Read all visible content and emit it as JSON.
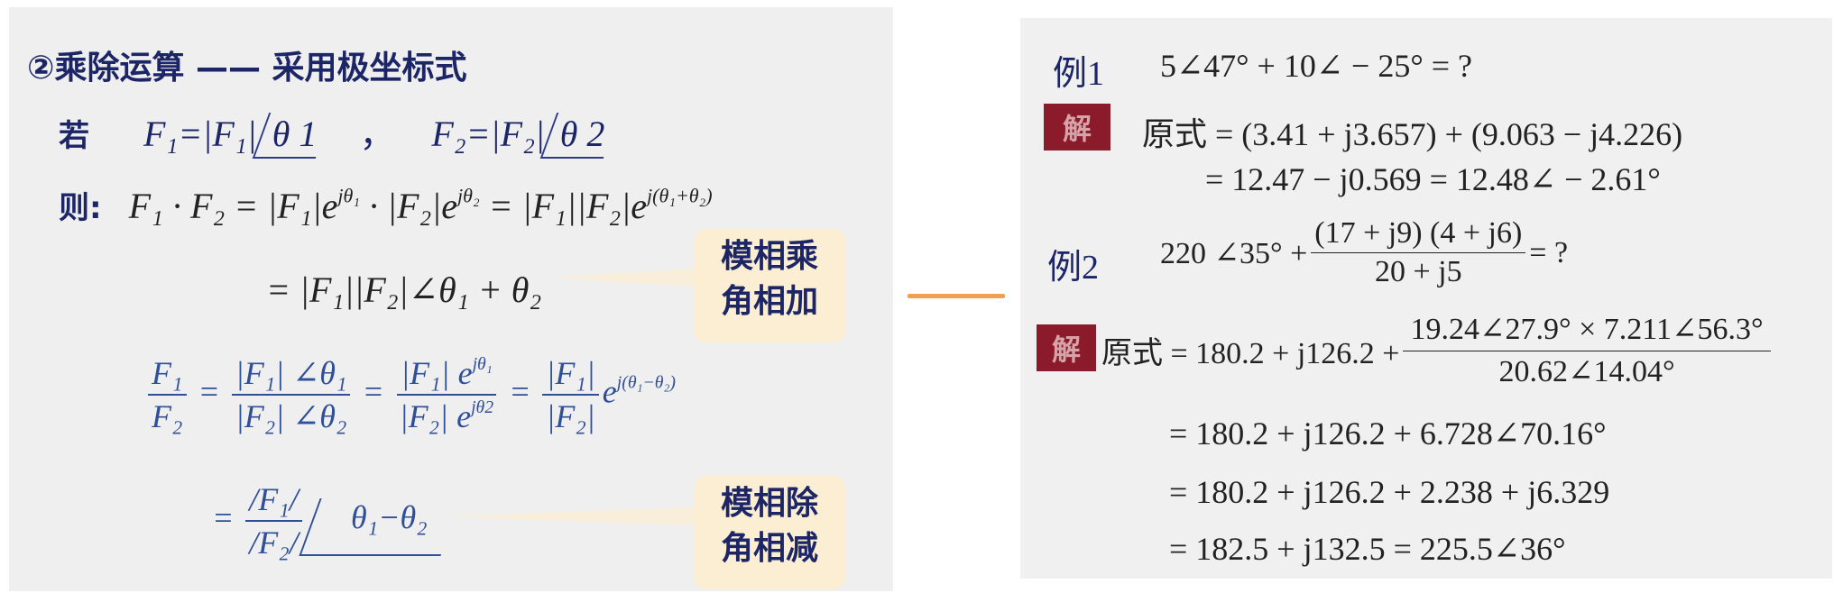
{
  "left": {
    "title": "②乘除运算 —— 采用极坐标式",
    "if_label": "若",
    "f1_def": "F₁=|F₁|",
    "theta1": "θ 1",
    "comma": "，",
    "f2_def": "F₂=|F₂|",
    "theta2": "θ 2",
    "then_label": "则:",
    "product_line1": "F₁ · F₂ = |F₁|e",
    "product_exp1": "jθ₁",
    "product_mid": " · |F₂|e",
    "product_exp2": "jθ₂",
    "product_end": " = |F₁||F₂|e",
    "product_exp3": "j(θ₁+θ₂)",
    "product_line2": "= |F₁||F₂|∠θ₁ + θ₂",
    "callout_multiply": [
      "模相乘",
      "角相加"
    ],
    "div_lhs_num": "F₁",
    "div_lhs_den": "F₂",
    "div_a_num": "|F₁| ∠θ₁",
    "div_a_den": "|F₂| ∠θ₂",
    "div_b_num": "|F₁| e",
    "div_b_num_exp": "jθ₁",
    "div_b_den": "|F₂| e",
    "div_b_den_exp": "jθ2",
    "div_c_num": "|F₁|",
    "div_c_den": "|F₂|",
    "div_exp_base": "e",
    "div_exp": "j(θ₁−θ₂)",
    "eq": "=",
    "div_final_num": "/F₁/",
    "div_final_den": "/F₂/",
    "div_final_angle": "θ₁−θ₂",
    "callout_divide": [
      "模相除",
      "角相减"
    ]
  },
  "right": {
    "ex1_label": "例1",
    "ex1_expr": "5∠47° + 10∠ − 25° = ?",
    "sol_label": "解",
    "sol1_line1": "原式 = (3.41 + j3.657) + (9.063 − j4.226)",
    "sol1_line2": "= 12.47 − j0.569 = 12.48∠ − 2.61°",
    "ex2_label": "例2",
    "ex2_lead": "220 ∠35° +",
    "ex2_num": "(17 + j9) (4 + j6)",
    "ex2_den": "20 + j5",
    "ex2_tail": "= ?",
    "sol2_lead": "原式 = 180.2 + j126.2 +",
    "sol2_num": "19.24∠27.9° × 7.211∠56.3°",
    "sol2_den": "20.62∠14.04°",
    "sol2_line2": "= 180.2 + j126.2 + 6.728∠70.16°",
    "sol2_line3": "= 180.2 + j126.2 + 2.238 + j6.329",
    "sol2_line4": "= 182.5 + j132.5 = 225.5∠36°"
  },
  "colors": {
    "navy": "#1c2565",
    "blue": "#2f4f98",
    "jie_bg": "#8b1a2a",
    "callout_bg": "#fbeed3",
    "arrow": "#f0a050"
  }
}
